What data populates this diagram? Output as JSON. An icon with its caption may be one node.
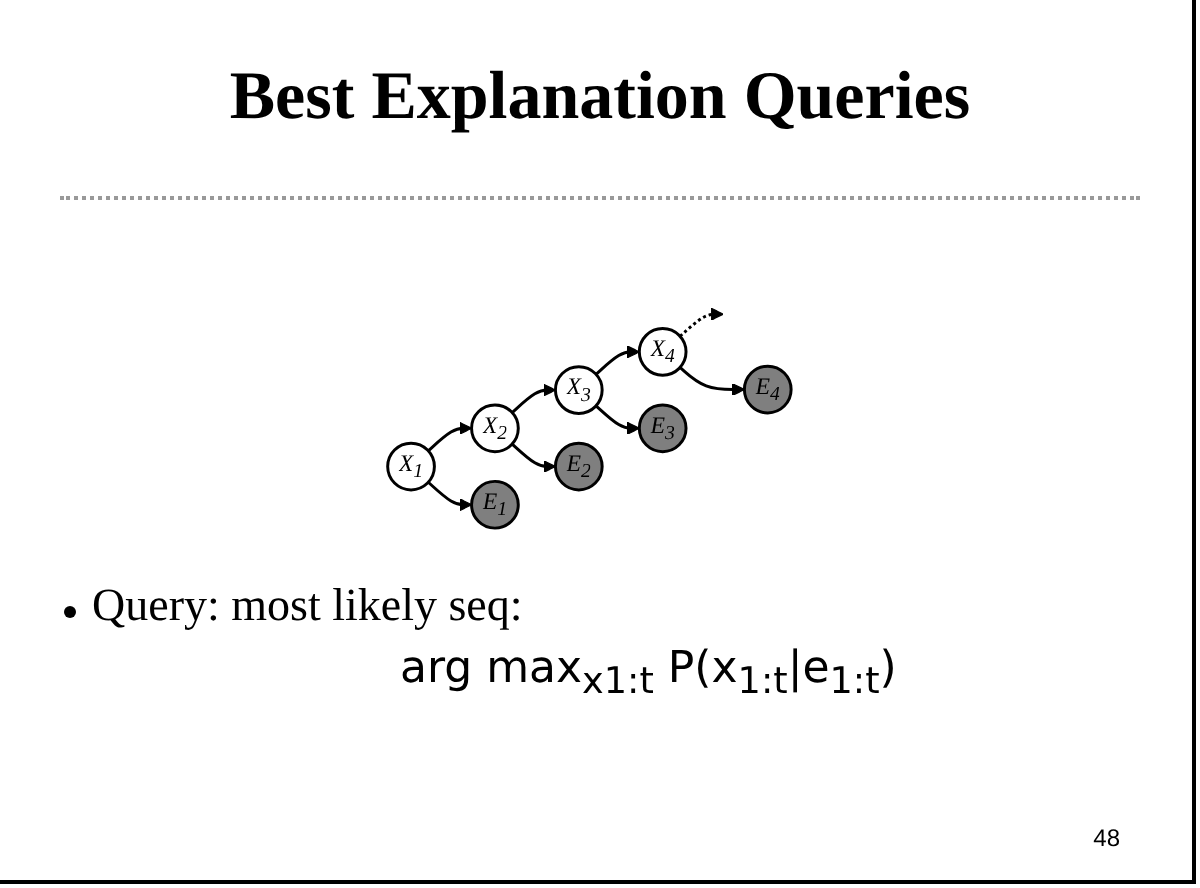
{
  "diagram": {
    "title": "Best Explanation Queries",
    "nodes": [
      {
        "text": [
          "X$_{1}$"
        ]
      },
      {
        "text": [
          "X$_{2}$"
        ]
      },
      {
        "text": [
          "X$_{3}$"
        ]
      },
      {
        "text": [
          "X$_{4}$"
        ]
      },
      {
        "text": [
          "E$_{1}$"
        ]
      },
      {
        "text": [
          "E$_{2}$"
        ]
      },
      {
        "text": [
          "E$_{3}$"
        ]
      },
      {
        "text": [
          "E$_{4}$"
        ]
      }
    ],
    "edges": [
      {
        "from": 0,
        "to": 1,
        "arrow": "to"
      },
      {
        "from": 1,
        "to": 2,
        "arrow": "to"
      },
      {
        "from": 2,
        "to": 3,
        "arrow": "to"
      },
      {
        "from": 3,
        "to": null,
        "arrow": "to",
        "style": "dashed"
      },
      {
        "from": 0,
        "to": 4,
        "arrow": "to"
      },
      {
        "from": 1,
        "to": 5,
        "arrow": "to"
      },
      {
        "from": 2,
        "to": 6,
        "arrow": "to"
      },
      {
        "from": 3,
        "to": 7,
        "arrow": "to"
      }
    ],
    "labels": [
      "Query: most likely seq:",
      "arg max$_{x1:t}$ P(x$_{1:t}$|e$_{1:t}$)",
      "48"
    ]
  }
}
